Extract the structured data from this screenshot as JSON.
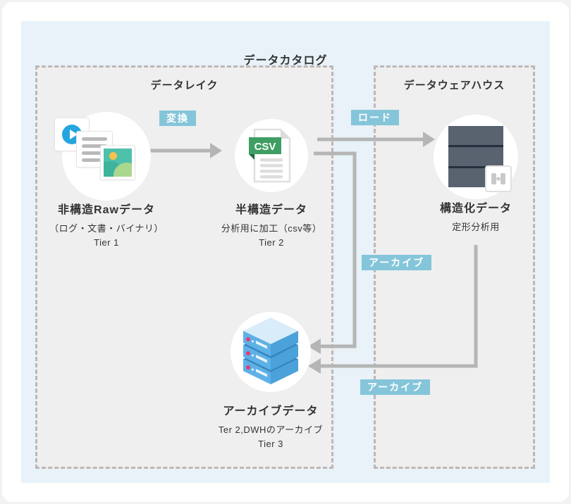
{
  "title": "データカタログ",
  "datalake": {
    "title": "データレイク",
    "raw": {
      "title": "非構造Rawデータ",
      "subtitle": "（ログ・文書・バイナリ）",
      "tier": "Tier 1"
    },
    "semi": {
      "title": "半構造データ",
      "subtitle": "分析用に加工（csv等）",
      "tier": "Tier 2",
      "file_badge": "CSV"
    },
    "archive": {
      "title": "アーカイブデータ",
      "subtitle": "Ter 2,DWHのアーカイブ",
      "tier": "Tier 3"
    }
  },
  "warehouse": {
    "title": "データウェアハウス",
    "structured": {
      "title": "構造化データ",
      "subtitle": "定形分析用"
    }
  },
  "edges": {
    "transform": {
      "label": "変換"
    },
    "load": {
      "label": "ロード"
    },
    "archive_semi": {
      "label": "アーカイブ"
    },
    "archive_dwh": {
      "label": "アーカイブ"
    }
  },
  "colors": {
    "container_bg": "#e8f2f8",
    "group_bg": "#efefef",
    "group_border": "#bdb7b7",
    "arrow": "#b5b5b5",
    "edge_label_bg": "#85c5da",
    "edge_label_text": "#ffffff",
    "text": "#333333",
    "csv_green": "#3f9e63",
    "server_slab": "#59626f",
    "archive_blue": "#5eb1e7"
  }
}
